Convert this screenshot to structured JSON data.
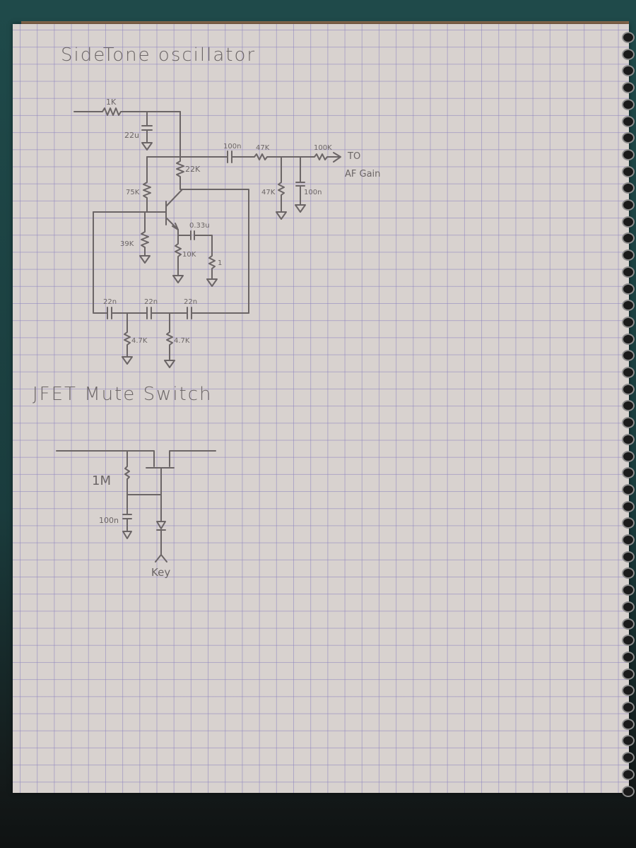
{
  "oscillator": {
    "title": "SideTone oscillator",
    "labels": {
      "r_1k": "1K",
      "c_22u": "22u",
      "r_22k": "22K",
      "r_75k": "75K",
      "r_39k": "39K",
      "c_033u": "0.33u",
      "r_10k": "10K",
      "r_1": "1",
      "c_100n_out": "100n",
      "r_47k_series": "47K",
      "r_47k_shunt": "47K",
      "c_100n_shunt": "100n",
      "r_100k": "100K",
      "to_label": "TO",
      "af_gain": "AF Gain",
      "c_22n_1": "22n",
      "c_22n_2": "22n",
      "c_22n_3": "22n",
      "r_47_1": "4.7K",
      "r_47_2": "4.7K"
    }
  },
  "mute": {
    "title": "JFET Mute Switch",
    "labels": {
      "r_1m": "1M",
      "c_100n": "100n",
      "key": "Key"
    }
  },
  "colors": {
    "pencil": "#6b6566",
    "paper": "#d8d2cf",
    "grid": "#8c82be"
  }
}
